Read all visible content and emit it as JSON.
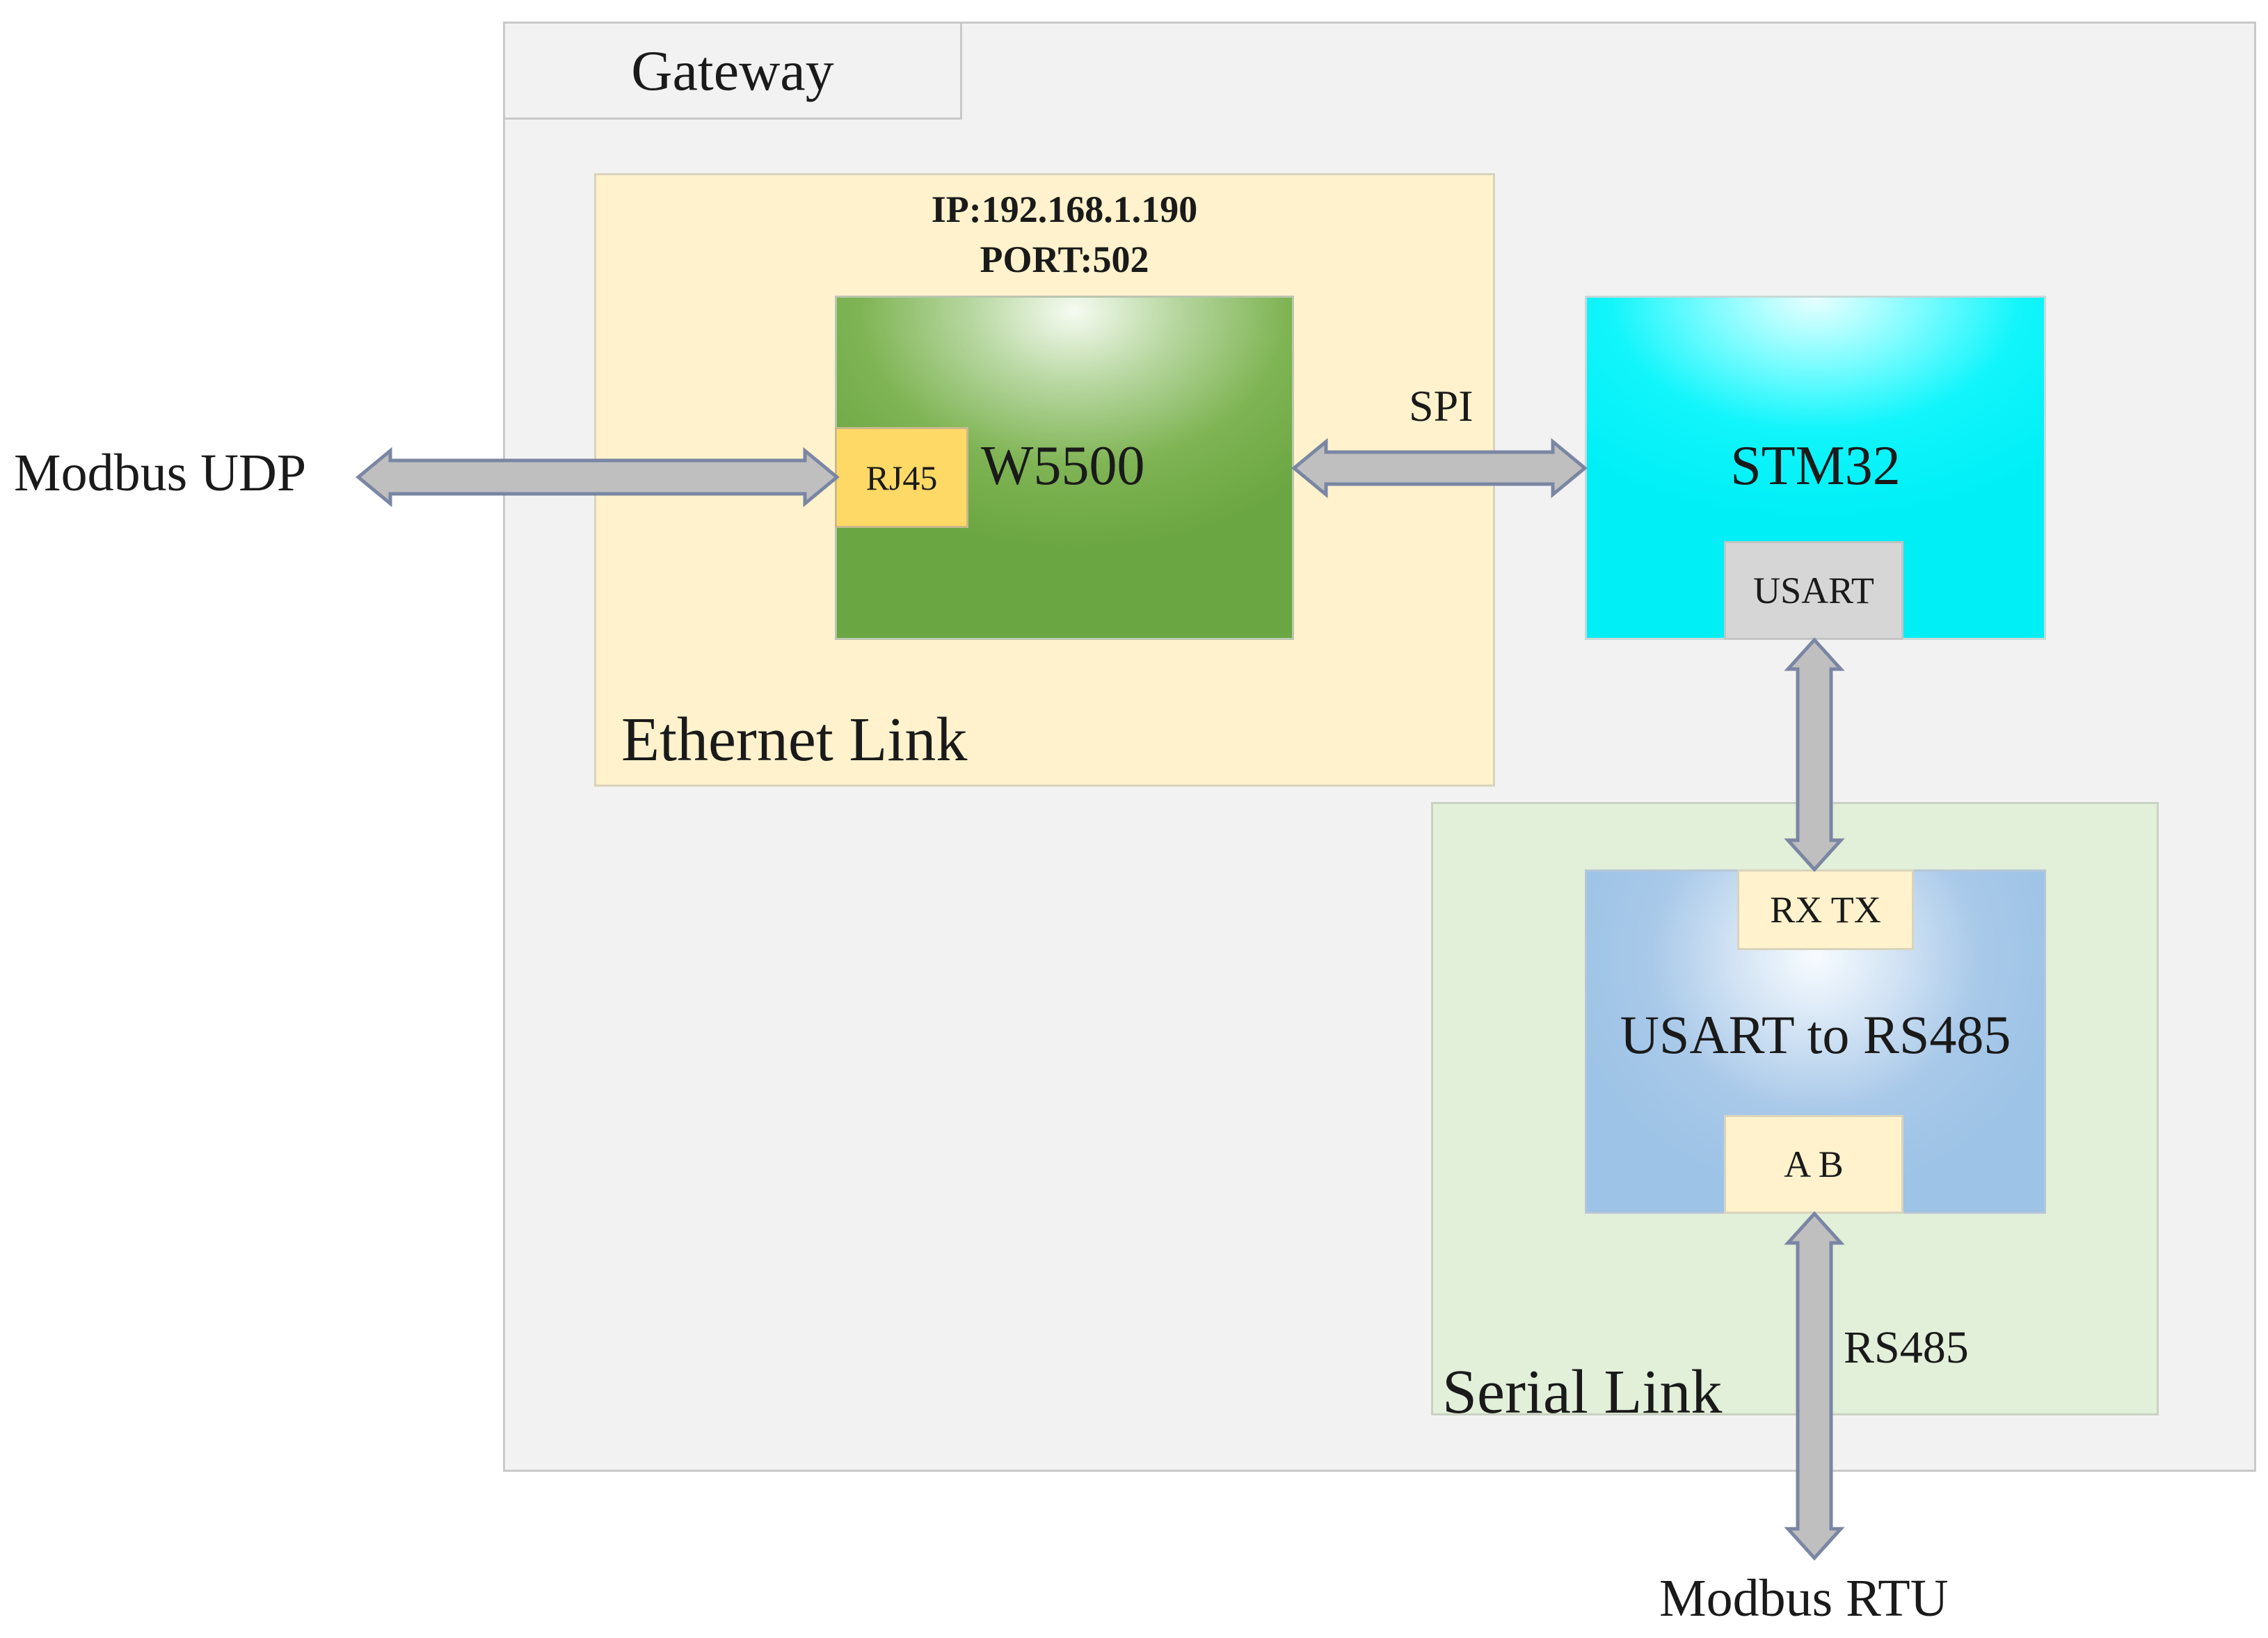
{
  "gateway": {
    "title": "Gateway"
  },
  "ethernet_link": {
    "label": "Ethernet Link",
    "ip": "IP:192.168.1.190",
    "port": "PORT:502",
    "chip": "W5500",
    "connector": "RJ45"
  },
  "mcu": {
    "label": "STM32",
    "port": "USART"
  },
  "serial_link": {
    "label": "Serial Link",
    "converter": "USART to RS485",
    "rx_tx": "RX TX",
    "a_b": "A  B"
  },
  "connections": {
    "modbus_udp": "Modbus UDP",
    "spi": "SPI",
    "rs485": "RS485",
    "modbus_rtu": "Modbus RTU"
  },
  "colors": {
    "gateway_bg": "#f2f2f2",
    "ethernet_bg": "#fff2cc",
    "serial_bg": "#e2efd9",
    "w5500": "#70ad47",
    "rj45": "#ffd966",
    "stm32": "#00f0f8",
    "usart": "#d6d6d6",
    "converter": "#9dc3e6",
    "arrow_fill": "#bfbfbf",
    "arrow_stroke": "#7a86a3"
  }
}
